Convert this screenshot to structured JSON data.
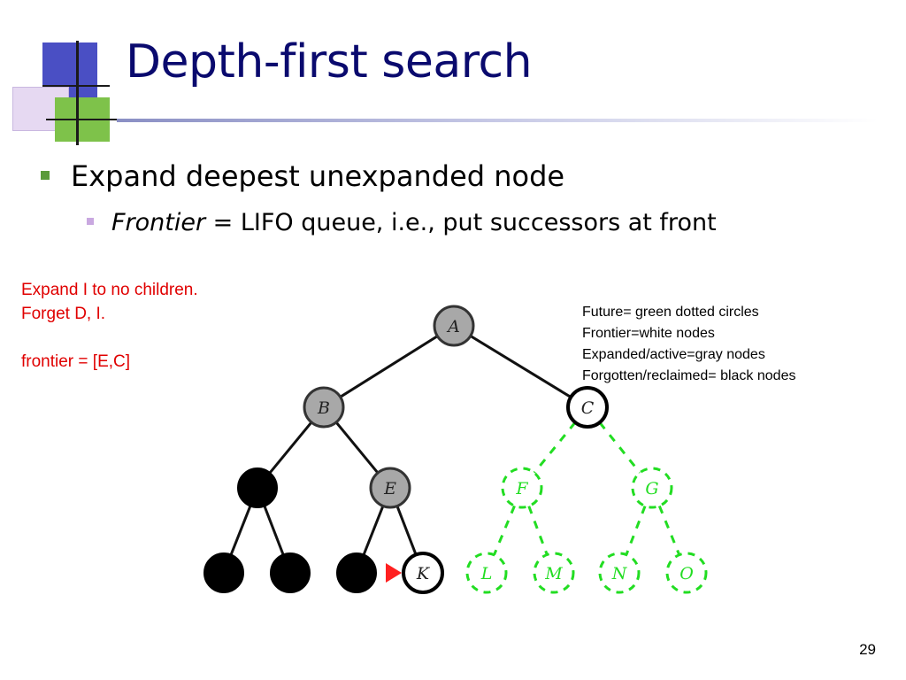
{
  "slide": {
    "title": "Depth-first search",
    "bullet1": "Expand deepest unexpanded node",
    "bullet2_italic": "Frontier",
    "bullet2_rest": " = LIFO queue, i.e., put successors at front",
    "notes": [
      "Expand I to no children.",
      "Forget D, I.",
      "",
      "frontier = [E,C]"
    ],
    "legend": [
      "Future= green dotted circles",
      "Frontier=white nodes",
      "Expanded/active=gray nodes",
      "Forgotten/reclaimed= black nodes"
    ],
    "page_number": "29"
  },
  "colors": {
    "title": "#0a0a6e",
    "notes": "#e00000",
    "future": "#22dd22",
    "expanded": "#a8a8a8",
    "forgotten": "#000000",
    "frontier": "#ffffff",
    "pointer": "#ff2020"
  },
  "tree": {
    "nodes": [
      {
        "id": "A",
        "label": "A",
        "state": "expanded"
      },
      {
        "id": "B",
        "label": "B",
        "state": "expanded"
      },
      {
        "id": "C",
        "label": "C",
        "state": "frontier"
      },
      {
        "id": "D",
        "label": "",
        "state": "forgotten"
      },
      {
        "id": "E",
        "label": "E",
        "state": "expanded"
      },
      {
        "id": "F",
        "label": "F",
        "state": "future"
      },
      {
        "id": "G",
        "label": "G",
        "state": "future"
      },
      {
        "id": "H",
        "label": "",
        "state": "forgotten"
      },
      {
        "id": "I",
        "label": "",
        "state": "forgotten"
      },
      {
        "id": "J",
        "label": "",
        "state": "forgotten"
      },
      {
        "id": "K",
        "label": "K",
        "state": "frontier"
      },
      {
        "id": "L",
        "label": "L",
        "state": "future"
      },
      {
        "id": "M",
        "label": "M",
        "state": "future"
      },
      {
        "id": "N",
        "label": "N",
        "state": "future"
      },
      {
        "id": "O",
        "label": "O",
        "state": "future"
      }
    ],
    "edges": [
      {
        "from": "A",
        "to": "B",
        "state": "solid"
      },
      {
        "from": "A",
        "to": "C",
        "state": "solid"
      },
      {
        "from": "B",
        "to": "D",
        "state": "solid"
      },
      {
        "from": "B",
        "to": "E",
        "state": "solid"
      },
      {
        "from": "C",
        "to": "F",
        "state": "future"
      },
      {
        "from": "C",
        "to": "G",
        "state": "future"
      },
      {
        "from": "D",
        "to": "H",
        "state": "solid"
      },
      {
        "from": "D",
        "to": "I",
        "state": "solid"
      },
      {
        "from": "E",
        "to": "J",
        "state": "solid"
      },
      {
        "from": "E",
        "to": "K",
        "state": "solid"
      },
      {
        "from": "F",
        "to": "L",
        "state": "future"
      },
      {
        "from": "F",
        "to": "M",
        "state": "future"
      },
      {
        "from": "G",
        "to": "N",
        "state": "future"
      },
      {
        "from": "G",
        "to": "O",
        "state": "future"
      }
    ],
    "pointer_at": "K"
  }
}
